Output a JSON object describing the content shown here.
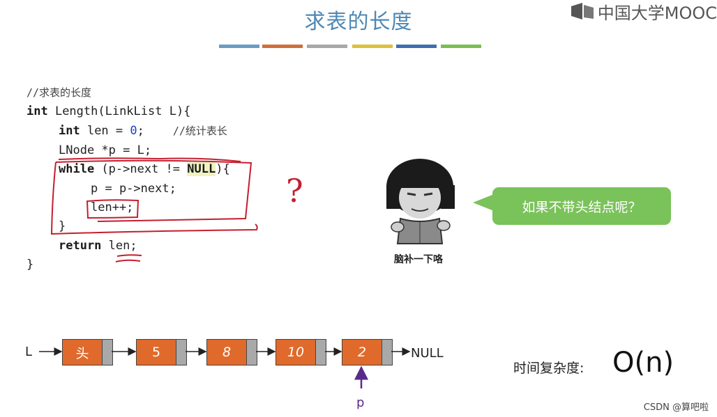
{
  "slide": {
    "title": "求表的长度",
    "logo_text": "中国大学MOOC",
    "color_stripes": [
      "#6a9cc4",
      "#cf6f3a",
      "#a7a7a7",
      "#dcc13a",
      "#3f6fb0",
      "#7cbd52"
    ]
  },
  "code": {
    "comment_title": "//求表的长度",
    "sig_kw": "int",
    "sig_rest": " Length(LinkList L){",
    "l2_kw": "int",
    "l2_a": " len = ",
    "l2_num": "0",
    "l2_b": ";    ",
    "l2_comment": "//统计表长",
    "l3": "LNode *p = L;",
    "l4_kw": "while",
    "l4_a": " (p->next != ",
    "l4_null": "NULL",
    "l4_b": "){",
    "l5": "p = p->next;",
    "l6": "len++;",
    "l7": "}",
    "l8_kw": "return",
    "l8_rest": " len;",
    "l9": "}"
  },
  "annotation": {
    "question_mark": "?"
  },
  "meme": {
    "caption": "脑补一下咯",
    "bubble_text": "如果不带头结点呢？"
  },
  "linked_list": {
    "head_label": "L",
    "nodes": [
      {
        "value": "头",
        "italic": false
      },
      {
        "value": "5",
        "italic": false
      },
      {
        "value": "8",
        "italic": true
      },
      {
        "value": "10",
        "italic": true
      },
      {
        "value": "2",
        "italic": true
      }
    ],
    "null_label": "NULL",
    "pointer_label": "p"
  },
  "complexity": {
    "label": "时间复杂度:",
    "value": "O(n)"
  },
  "watermark": "CSDN @算吧啦",
  "colors": {
    "title": "#4d88b4",
    "node_fill": "#e06a2c",
    "pointer_fill": "#a9a9a9",
    "annotation_red": "#c41e2e",
    "bubble_green": "#7ac25a",
    "pointer_arrow": "#5a2a8a"
  }
}
